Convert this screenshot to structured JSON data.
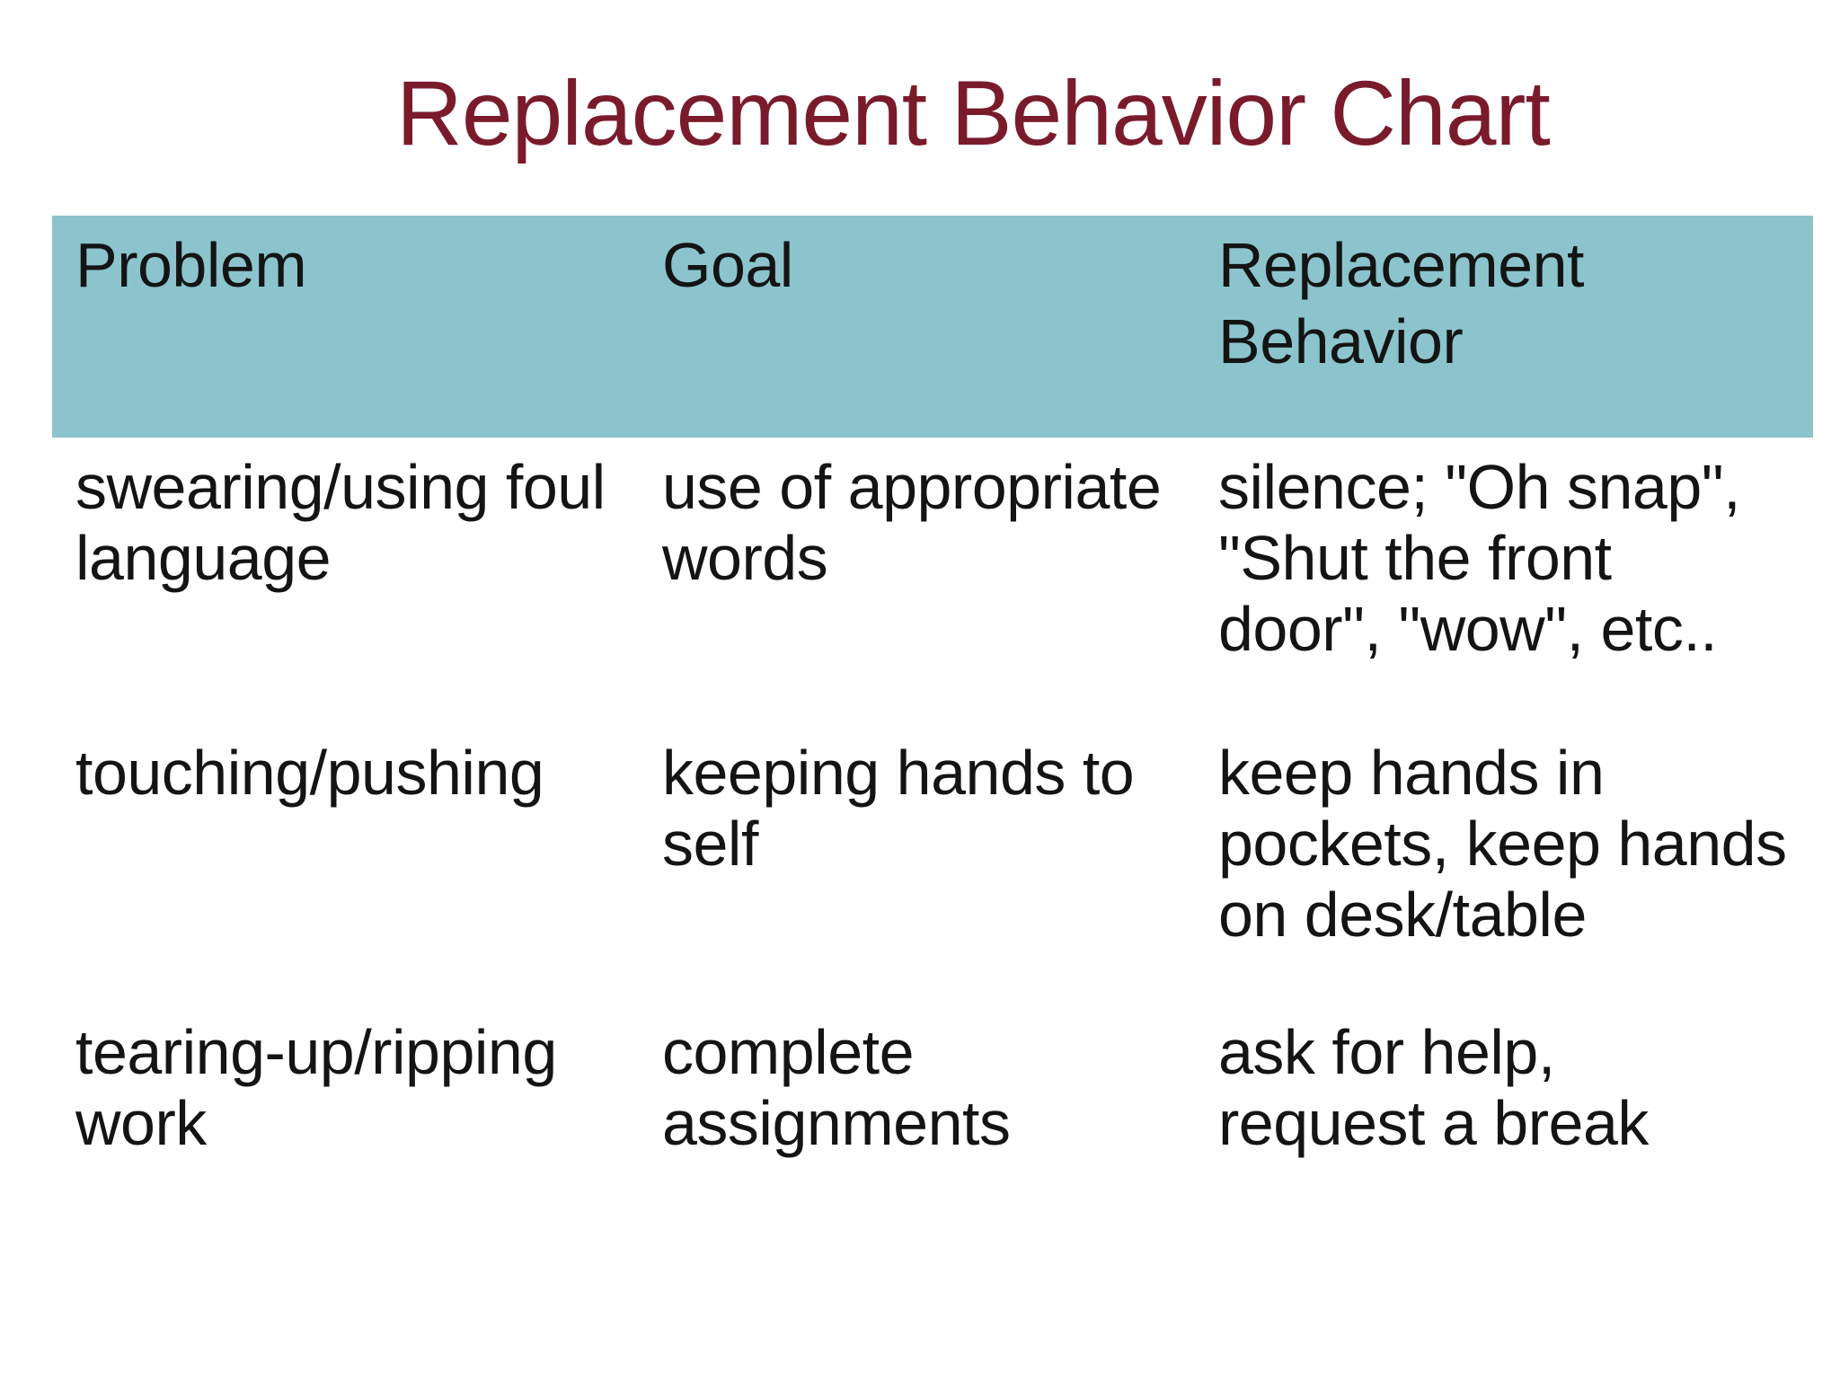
{
  "title": {
    "text": "Replacement Behavior Chart",
    "color": "#7a1b2c"
  },
  "table": {
    "header": {
      "bg_color": "#8bc4cd",
      "text_color": "#141414",
      "columns": [
        "Problem",
        "Goal",
        "Replacement\nBehavior"
      ]
    },
    "rows": [
      {
        "problem": "swearing/using foul\nlanguage",
        "goal": "use of appropriate\nwords",
        "replacement": "silence; \"Oh snap\",\n\"Shut the front\ndoor\", \"wow\", etc.."
      },
      {
        "problem": "touching/pushing",
        "goal": "keeping hands to\nself",
        "replacement": "keep hands in\npockets, keep hands\non desk/table"
      },
      {
        "problem": "tearing-up/ripping\nwork",
        "goal": "complete\nassignments",
        "replacement": "ask for help,\nrequest a break"
      }
    ]
  }
}
